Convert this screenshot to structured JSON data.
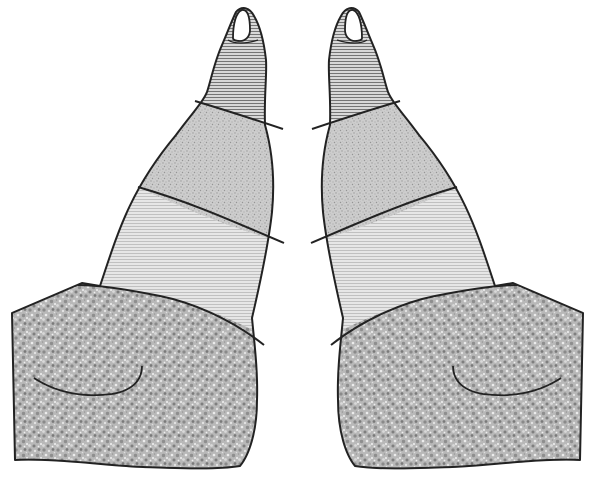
{
  "diagram": {
    "kind": "thumb-region-map",
    "views": [
      "left-thumb",
      "right-thumb"
    ],
    "regions": [
      {
        "id": "thumb-tip",
        "pattern": "horizontal-hatch"
      },
      {
        "id": "distal-phalanx",
        "pattern": "fine-stipple"
      },
      {
        "id": "proximal-phalanx",
        "pattern": "horizontal-lines"
      },
      {
        "id": "thenar-eminence",
        "pattern": "coarse-granite"
      }
    ],
    "colors": {
      "outline": "#222222",
      "background": "#ffffff",
      "stipple_fill": "#cfcfcf",
      "lines_fill": "#e4e4e4",
      "granite_fill": "#bdbdbd",
      "hatch_fill": "#d8d8d8"
    }
  }
}
